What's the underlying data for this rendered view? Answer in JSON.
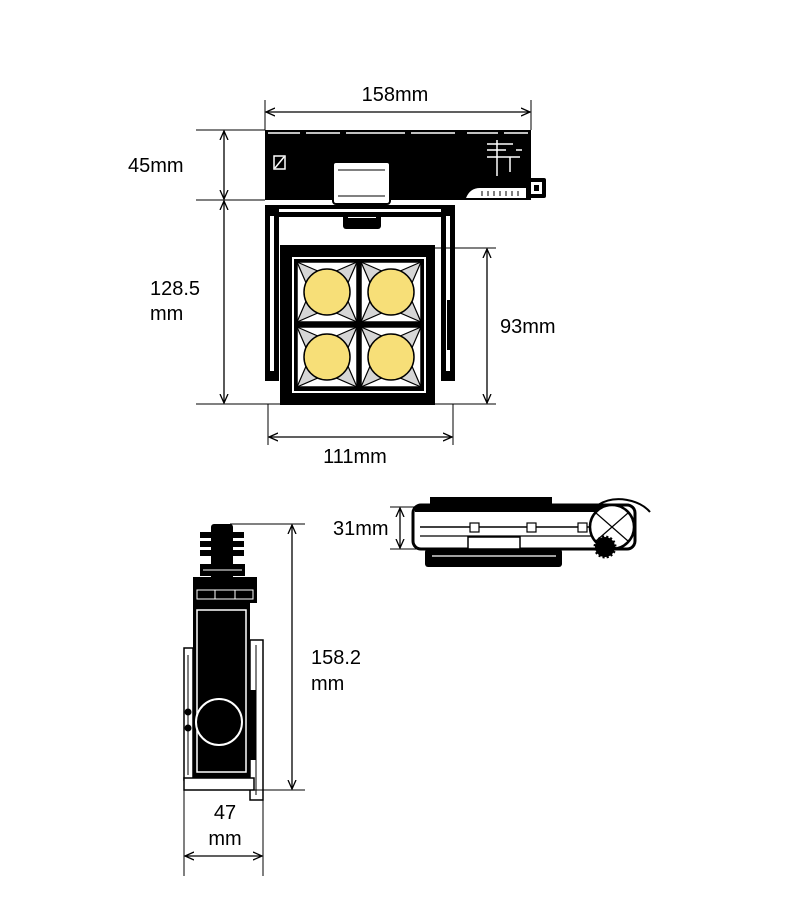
{
  "top_view": {
    "width_label": "158mm",
    "height_label": "45mm"
  },
  "front_view": {
    "height_value": "128.5",
    "height_unit": "mm",
    "aperture_label": "93mm",
    "width_label": "111mm"
  },
  "side_view": {
    "depth_label": "31mm"
  },
  "end_view": {
    "height_value": "158.2",
    "height_unit": "mm",
    "width_value": "47",
    "width_unit": "mm"
  },
  "colors": {
    "line": "#000000",
    "led": "#f7df78",
    "background": "#ffffff"
  }
}
